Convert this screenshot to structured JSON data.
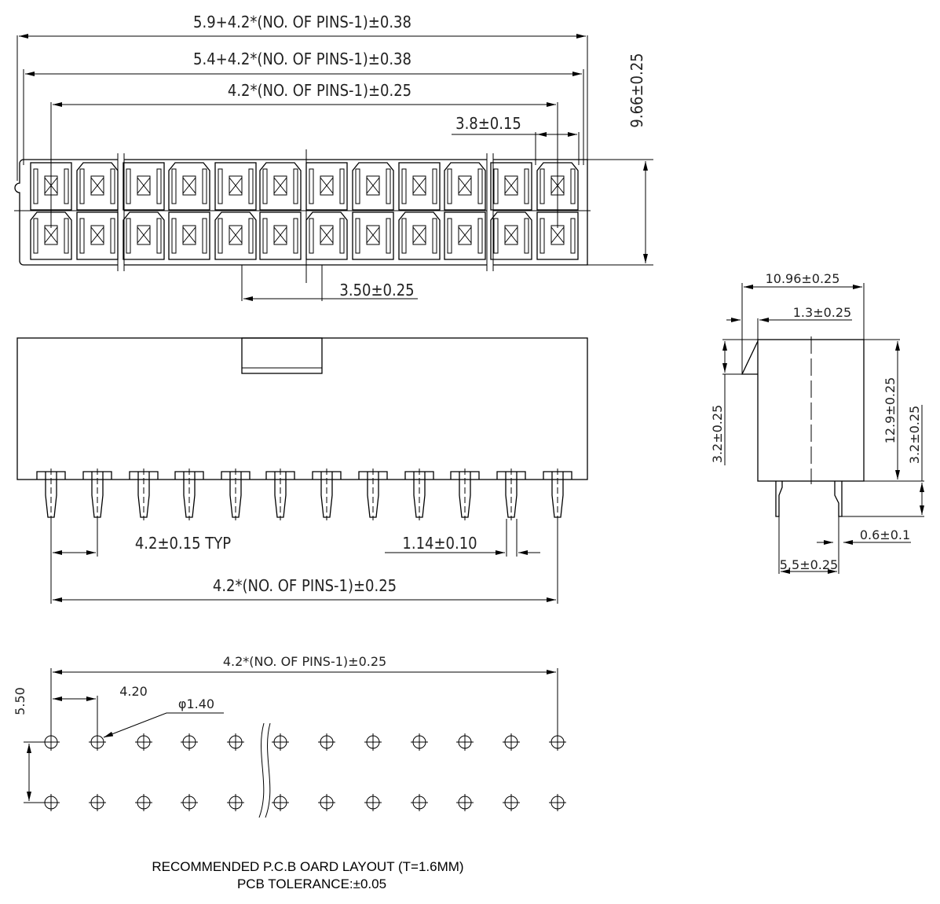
{
  "top_view": {
    "dim_overall": "5.9+4.2*(NO. OF PINS-1)±0.38",
    "dim_body": "5.4+4.2*(NO. OF PINS-1)±0.38",
    "dim_pitch_total": "4.2*(NO. OF PINS-1)±0.25",
    "dim_cell": "3.8±0.15",
    "dim_height": "9.66±0.25",
    "dim_latch": "3.50±0.25"
  },
  "front_view": {
    "dim_pitch": "4.2±0.15 TYP",
    "dim_pin_width": "1.14±0.10",
    "dim_pitch_total": "4.2*(NO. OF PINS-1)±0.25"
  },
  "side_view": {
    "dim_depth": "10.96±0.25",
    "dim_latch_offset": "1.3±0.25",
    "dim_latch_height": "3.2±0.25",
    "dim_body_height": "12.9±0.25",
    "dim_pin_length": "3.2±0.25",
    "dim_pin_thickness": "0.6±0.1",
    "dim_row_spacing": "5.5±0.25"
  },
  "pcb_layout": {
    "dim_pitch_total": "4.2*(NO. OF PINS-1)±0.25",
    "dim_pitch": "4.20",
    "dim_hole": "φ1.40",
    "dim_row_spacing": "5.50",
    "title": "RECOMMENDED P.C.B OARD LAYOUT (T=1.6MM)",
    "tolerance": "PCB TOLERANCE:±0.05"
  },
  "pin_positions_count": 12
}
